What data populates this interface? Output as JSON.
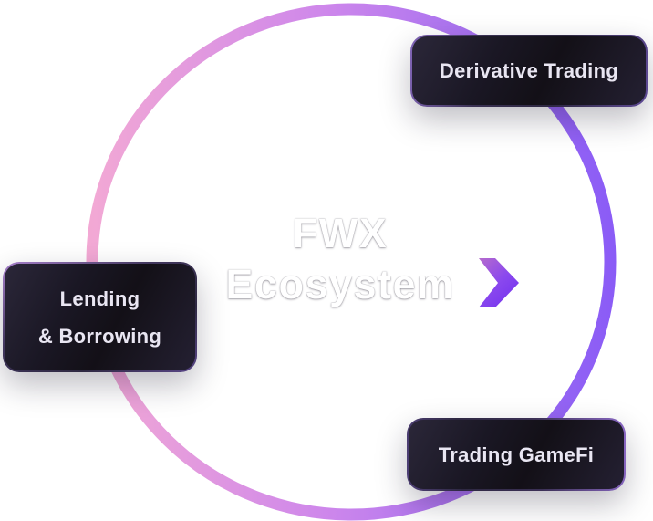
{
  "title": {
    "line1": "FWX",
    "line2": "Ecosystem"
  },
  "icons": {
    "chevron": "chevron-right"
  },
  "cards": [
    {
      "id": "derivative-trading",
      "lines": [
        "Derivative Trading"
      ]
    },
    {
      "id": "lending-borrowing",
      "lines": [
        "Lending",
        "& Borrowing"
      ]
    },
    {
      "id": "trading-gamefi",
      "lines": [
        "Trading GameFi"
      ]
    }
  ],
  "colors": {
    "background": "#ffffff",
    "ring_gradient_start": "#F3A9D4",
    "ring_gradient_mid": "#CE87EB",
    "ring_gradient_end": "#8A5BF6",
    "chevron_gradient_start": "#B56BCD",
    "chevron_gradient_end": "#7634EE",
    "card_background": "#17141F",
    "card_border": "#6E55A6",
    "card_text": "#E9E6F2",
    "title_text": "#FFFFFF"
  }
}
